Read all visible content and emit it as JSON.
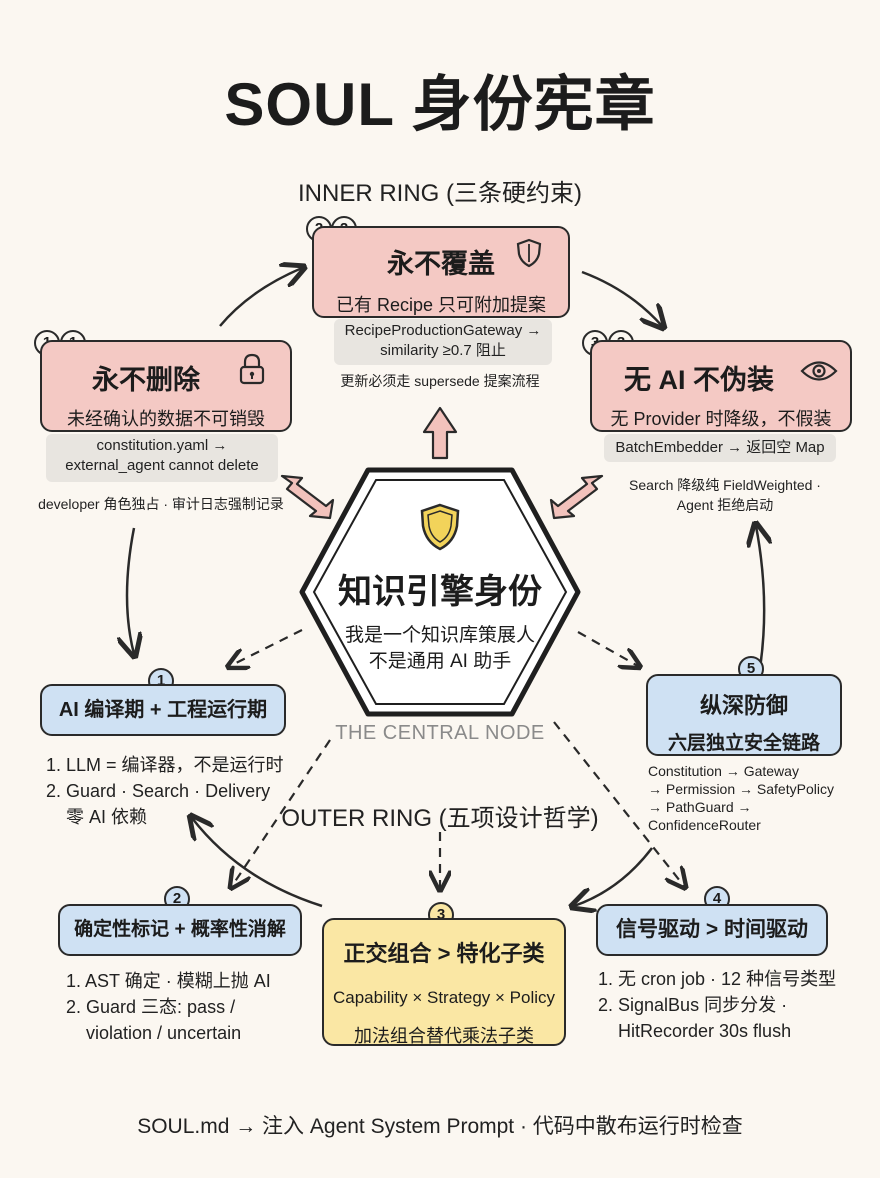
{
  "title": "SOUL 身份宪章",
  "inner_ring_label": "INNER RING (三条硬约束)",
  "outer_ring_label": "OUTER RING (五项设计哲学)",
  "center": {
    "heading": "知识引擎身份",
    "line1": "我是一个知识库策展人",
    "line2": "不是通用 AI 助手",
    "caption": "THE CENTRAL NODE",
    "icon": "shield-icon"
  },
  "inner": {
    "c1": {
      "badges": [
        "1",
        "1"
      ],
      "heading": "永不删除",
      "sub": "未经确认的数据不可销毁",
      "icon": "lock-icon",
      "note1": "constitution.yaml →",
      "note2": "external_agent cannot delete",
      "small": "developer 角色独占 · 审计日志强制记录"
    },
    "c2": {
      "badges": [
        "2",
        "2"
      ],
      "heading": "永不覆盖",
      "sub": "已有 Recipe 只可附加提案",
      "icon": "shield-outline-icon",
      "note1": "RecipeProductionGateway →",
      "note2": "similarity ≥0.7 阻止",
      "small": "更新必须走 supersede 提案流程"
    },
    "c3": {
      "badges": [
        "3",
        "3"
      ],
      "heading": "无 AI 不伪装",
      "sub": "无 Provider 时降级，不假装",
      "icon": "eye-icon",
      "note1": "BatchEmbedder → 返回空 Map",
      "small1": "Search 降级纯 FieldWeighted ·",
      "small2": "Agent 拒绝启动"
    }
  },
  "outer": {
    "o1": {
      "badge": "1",
      "heading": "AI 编译期 + 工程运行期",
      "items": [
        "1. LLM = 编译器，不是运行时",
        "2. Guard · Search · Delivery",
        "零 AI 依赖"
      ]
    },
    "o2": {
      "badge": "2",
      "heading": "确定性标记 + 概率性消解",
      "items": [
        "1. AST 确定 · 模糊上抛 AI",
        "2. Guard 三态: pass /",
        "violation / uncertain"
      ]
    },
    "o3": {
      "badge": "3",
      "heading": "正交组合 > 特化子类",
      "line1": "Capability × Strategy × Policy",
      "line2": "加法组合替代乘法子类"
    },
    "o4": {
      "badge": "4",
      "heading": "信号驱动 > 时间驱动",
      "items": [
        "1. 无 cron job · 12 种信号类型",
        "2. SignalBus 同步分发 ·",
        "HitRecorder 30s flush"
      ]
    },
    "o5": {
      "badge": "5",
      "heading": "纵深防御",
      "sub": "六层独立安全链路",
      "items": [
        "Constitution → Gateway",
        "→ Permission → SafetyPolicy",
        "→ PathGuard → ConfidenceRouter"
      ]
    }
  },
  "footer": "SOUL.md → 注入 Agent System Prompt · 代码中散布运行时检查",
  "colors": {
    "pink": "#f4c9c4",
    "blue": "#cfe1f3",
    "yellow": "#fae7a4",
    "shield_gold": "#f2d35a",
    "background": "#fbf7f1"
  }
}
